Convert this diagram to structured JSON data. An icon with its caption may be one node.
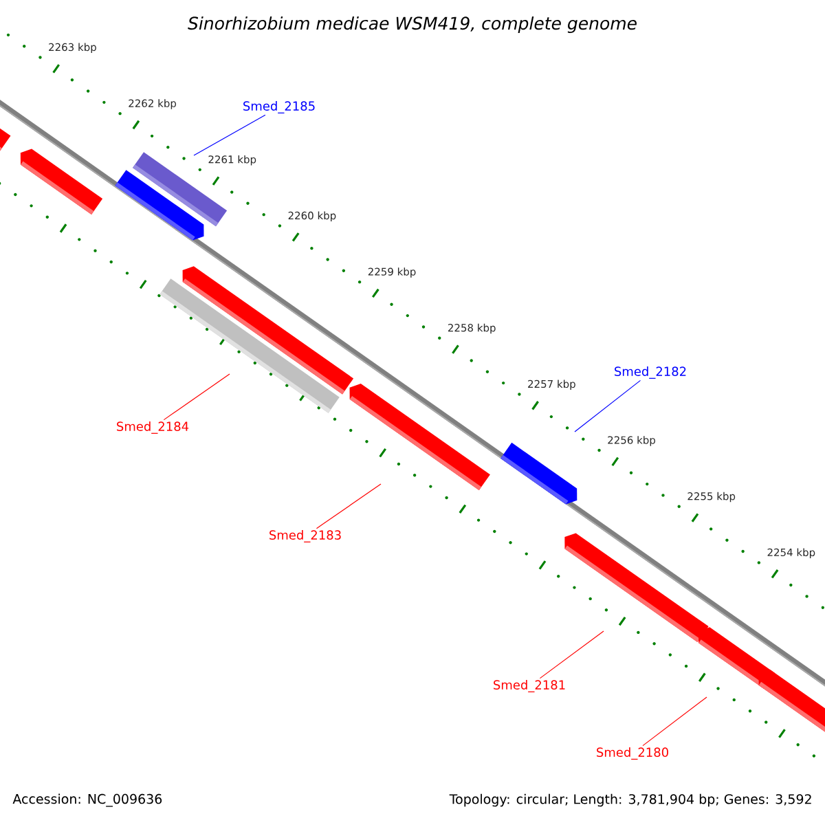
{
  "diagram": {
    "title": "Sinorhizobium medicae WSM419, complete genome",
    "nodes": [
      {
        "text": [
          "Smed_2185"
        ]
      },
      {
        "text": [
          "Smed_2182"
        ]
      },
      {
        "text": [
          "Smed_2184"
        ]
      },
      {
        "text": [
          "Smed_2183"
        ]
      },
      {
        "text": [
          "Smed_2181"
        ]
      },
      {
        "text": [
          "Smed_2180"
        ]
      }
    ],
    "edges": [
      {
        "from": 0,
        "to": null,
        "arrow": "none",
        "color": "#0000ff"
      },
      {
        "from": 1,
        "to": null,
        "arrow": "none",
        "color": "#0000ff"
      },
      {
        "from": 2,
        "to": null,
        "arrow": "none"
      },
      {
        "from": 3,
        "to": null,
        "arrow": "none"
      },
      {
        "from": 4,
        "to": null,
        "arrow": "none"
      },
      {
        "from": 5,
        "to": null,
        "arrow": "none"
      }
    ],
    "labels": [
      "2263 kbp",
      "2262 kbp",
      "2261 kbp",
      "2260 kbp",
      "2259 kbp",
      "2258 kbp",
      "2257 kbp",
      "2256 kbp",
      "2255 kbp",
      "2254 kbp",
      "Accession: NC_009636",
      "Topology: circular; Length: 3,781,904 bp; Genes: 3,592"
    ]
  }
}
